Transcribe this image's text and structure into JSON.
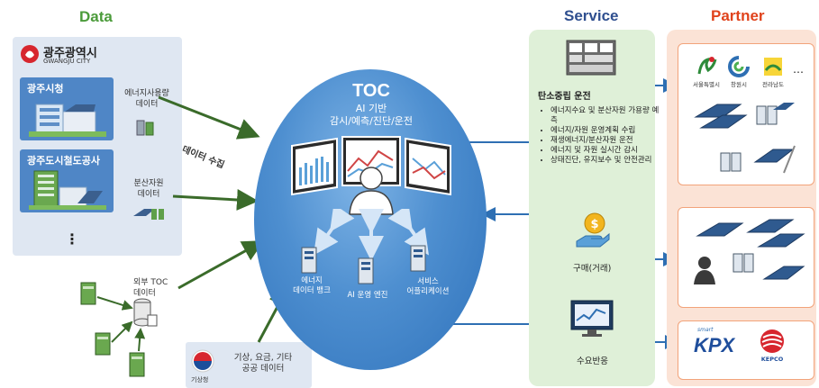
{
  "headers": {
    "data": "Data",
    "service": "Service",
    "partner": "Partner"
  },
  "colors": {
    "data_header": "#4b9b3a",
    "service_header": "#2f4f8f",
    "partner_header": "#e0431c",
    "toc_circle": "#3d7fc6",
    "arrow_green": "#3a6b2a",
    "arrow_blue": "#2e6fb3"
  },
  "data_panel": {
    "city_logo_ko": "광주광역시",
    "city_logo_en": "GWANGJU CITY",
    "box1_title": "광주시청",
    "box1_label": "에너지사용량\n데이터",
    "box2_title": "광주도시철도공사",
    "box2_label": "분산자원\n데이터",
    "ellipsis": "⋮",
    "external_label": "외부 TOC\n데이터",
    "public_label": "기상, 요금, 기타\n공공 데이터",
    "kma_label": "기상청"
  },
  "collect_label": "데이터 수집",
  "toc": {
    "title": "TOC",
    "subtitle": "AI 기반\n감시/예측/진단/운전",
    "server1": "에너지\n데이터 뱅크",
    "server2": "AI 운영 엔진",
    "server3": "서비스\n어플리케이션"
  },
  "service": {
    "s1_title": "탄소중립 운전",
    "s1_items": [
      "에너지수요 및 분산자원 가용량 예측",
      "에너지/자원 운영계획 수립",
      "재생에너지/분산자원 운전",
      "에너지 및 자원 실시간 감시",
      "상태진단, 유지보수 및 안전관리"
    ],
    "s2_title": "구매(거래)",
    "s3_title": "수요반응"
  },
  "partner": {
    "p1_logos": [
      "서울특별시",
      "창원시",
      "전라남도"
    ],
    "p3_logos": [
      "KPX",
      "KEPCO"
    ],
    "smart_tag": "smart"
  }
}
